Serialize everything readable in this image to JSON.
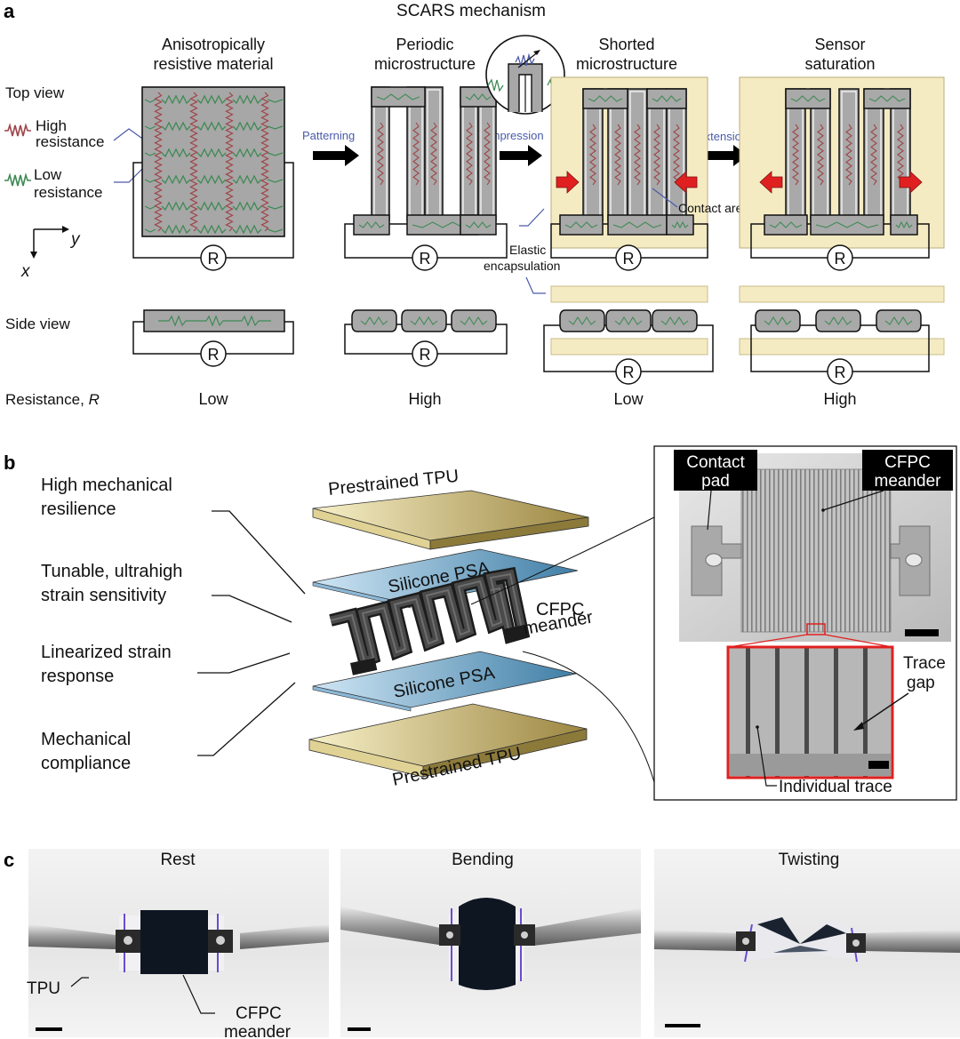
{
  "panels": {
    "a": "a",
    "b": "b",
    "c": "c"
  },
  "a": {
    "title": "SCARS mechanism",
    "columns": [
      {
        "line1": "Anisotropically",
        "line2": "resistive material"
      },
      {
        "line1": "Periodic",
        "line2": "microstructure"
      },
      {
        "line1": "Shorted",
        "line2": "microstructure"
      },
      {
        "line1": "Sensor",
        "line2": "saturation"
      }
    ],
    "legend": {
      "top_view": "Top view",
      "high_1": "High",
      "high_2": "resistance",
      "low_1": "Low",
      "low_2": "resistance",
      "axis_y": "y",
      "axis_x": "x"
    },
    "arrows": {
      "patterning": "Patterning",
      "compression": "Compression",
      "extension": "Extension"
    },
    "contact_area": "Contact area",
    "elastic_1": "Elastic",
    "elastic_2": "encapsulation",
    "resistor": "R",
    "side_view": "Side view",
    "resistance_label": "Resistance,",
    "resistance_symbol": "R",
    "resistance_values": [
      "Low",
      "High",
      "Low",
      "High"
    ]
  },
  "b": {
    "features": [
      {
        "line1": "High mechanical",
        "line2": "resilience"
      },
      {
        "line1": "Tunable, ultrahigh",
        "line2": "strain sensitivity"
      },
      {
        "line1": "Linearized strain",
        "line2": "response"
      },
      {
        "line1": "Mechanical",
        "line2": "compliance"
      }
    ],
    "layers": {
      "tpu_top": "Prestrained TPU",
      "psa_top": "Silicone PSA",
      "meander_1": "CFPC",
      "meander_2": "meander",
      "psa_bottom": "Silicone PSA",
      "tpu_bottom": "Prestrained TPU"
    },
    "micro": {
      "contact_1": "Contact",
      "contact_2": "pad",
      "cfpc_1": "CFPC",
      "cfpc_2": "meander",
      "trace_1": "Trace",
      "trace_2": "gap",
      "individual": "Individual trace"
    }
  },
  "c": {
    "photos": [
      "Rest",
      "Bending",
      "Twisting"
    ],
    "tpu": "TPU",
    "cfpc_1": "CFPC",
    "cfpc_2": "meander"
  },
  "colors": {
    "gray_fill": "#a9a9a9",
    "high_resistor": "#a0454a",
    "low_resistor": "#3f8a55",
    "encapsulation": "#f5ebc3",
    "psa": "#a9cfe8",
    "tpu": "#d9cc8a",
    "annotation_blue": "#4a5aa8",
    "highlight_red": "#e02020"
  }
}
